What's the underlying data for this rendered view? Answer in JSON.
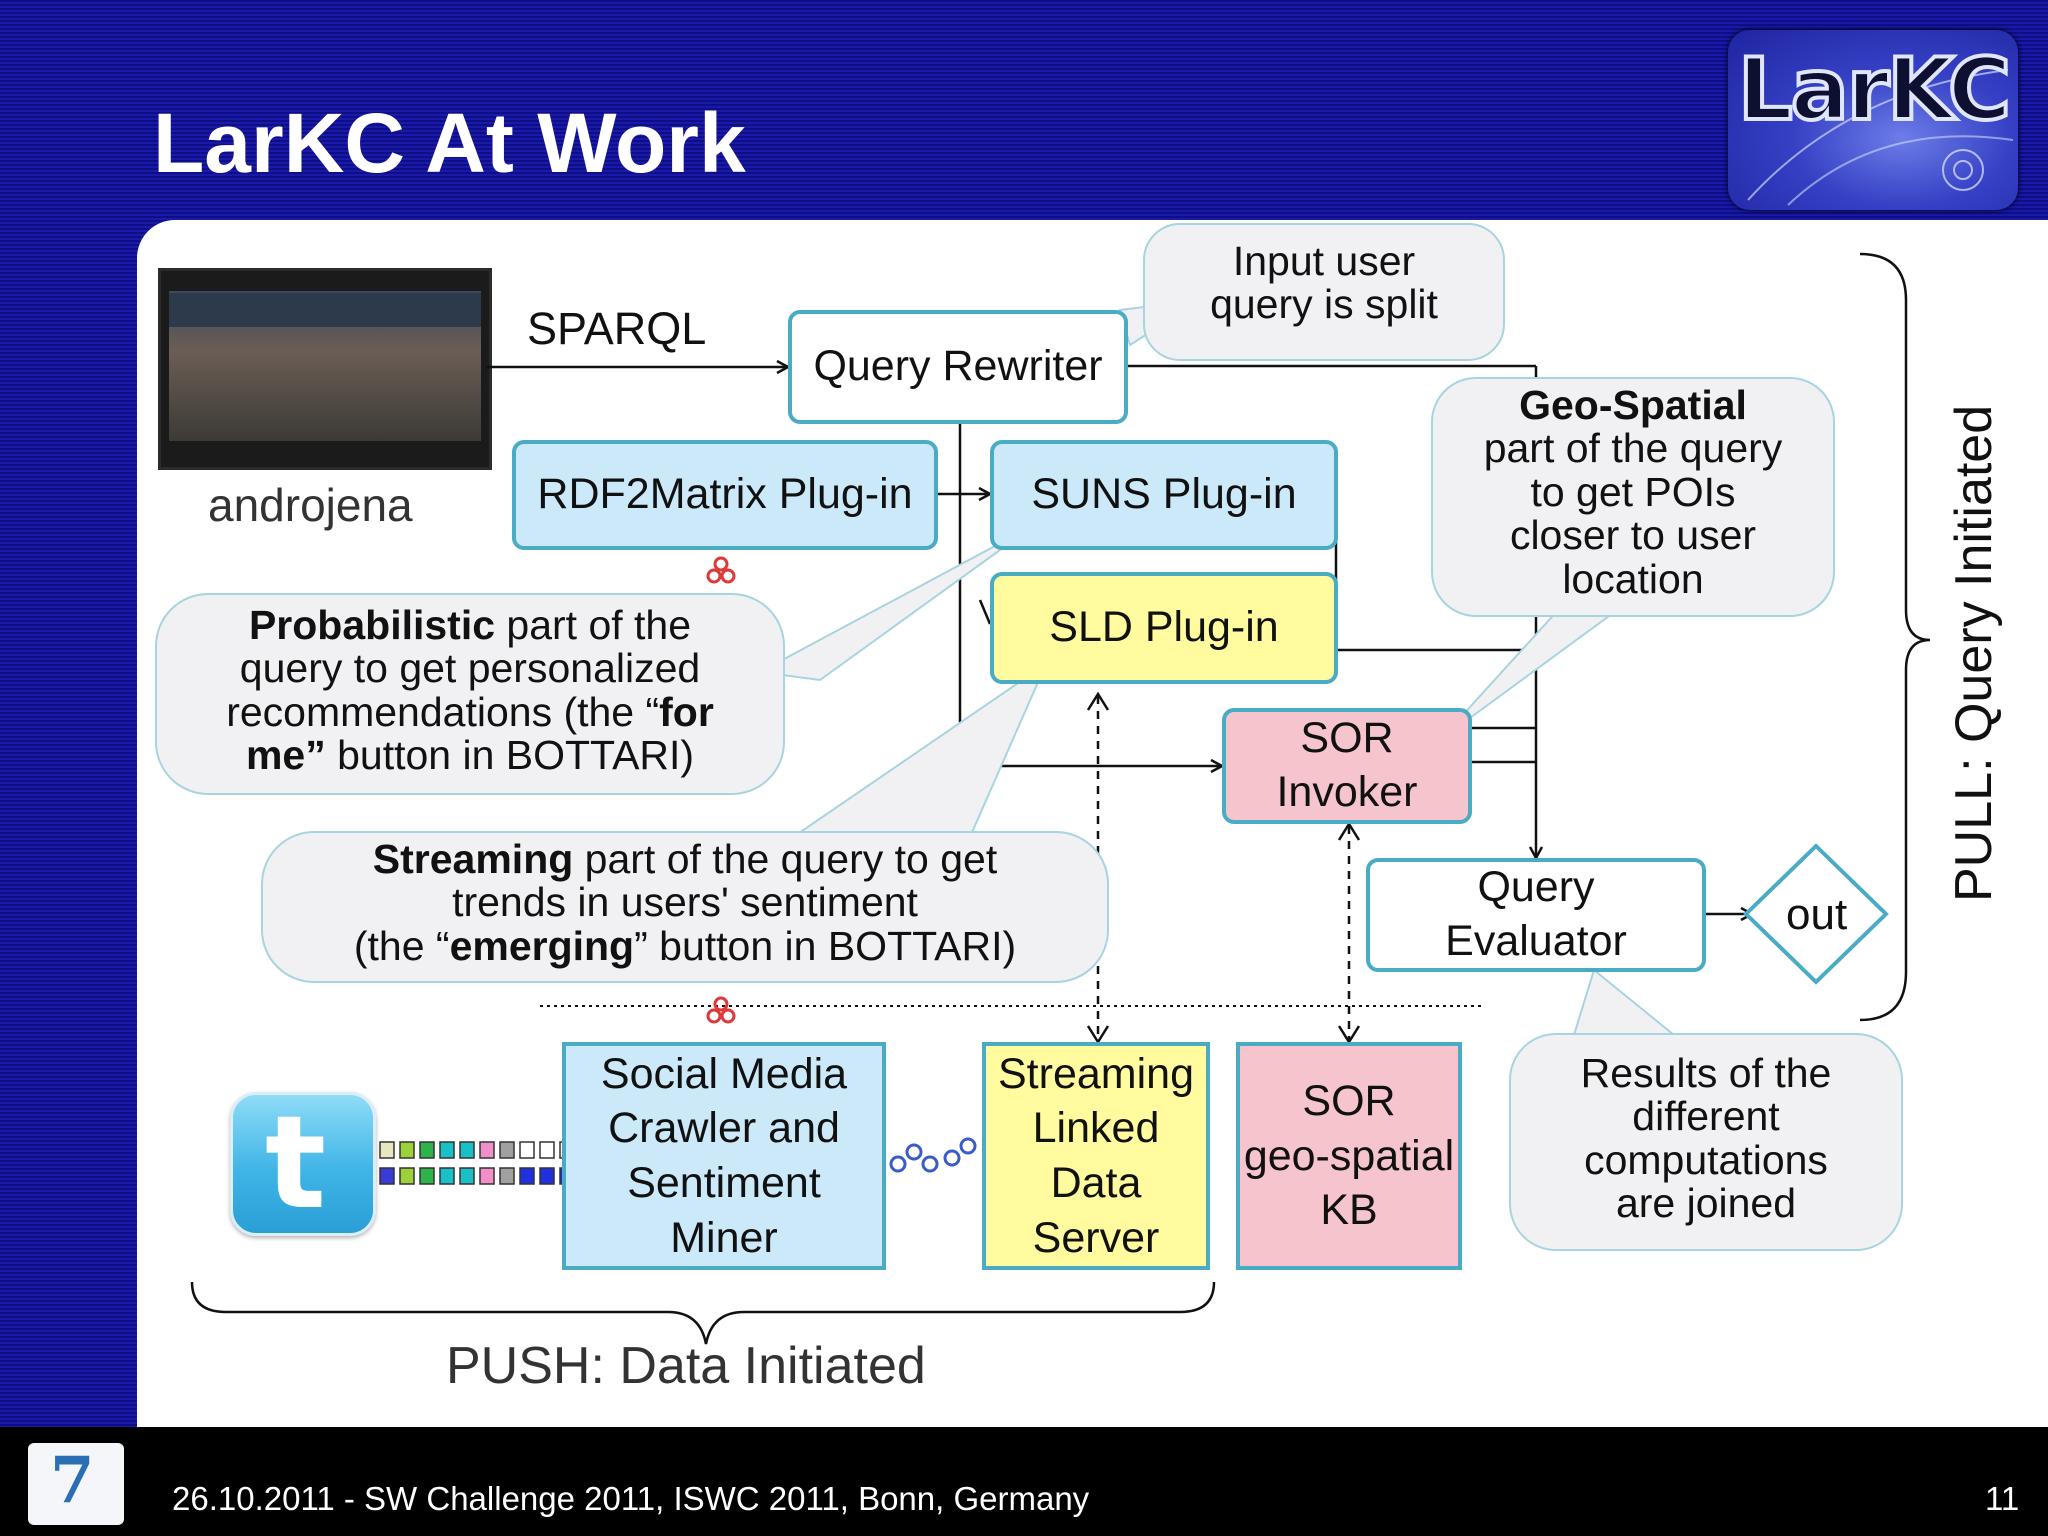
{
  "slide": {
    "title": "LarKC At Work",
    "logo_text": "LarKC",
    "footer": "26.10.2011 - SW Challenge 2011, ISWC 2011, Bonn, Germany",
    "page_number": "11",
    "fp7_mark": "7"
  },
  "phone": {
    "caption": "androjena"
  },
  "edges": {
    "sparql": "SPARQL"
  },
  "nodes": {
    "query_rewriter": "Query Rewriter",
    "rdf2matrix": "RDF2Matrix Plug-in",
    "suns": "SUNS Plug-in",
    "sld": "SLD Plug-in",
    "sor_invoker_l1": "SOR",
    "sor_invoker_l2": "Invoker",
    "query_evaluator_l1": "Query",
    "query_evaluator_l2": "Evaluator",
    "out": "out",
    "crawler": [
      "Social Media",
      "Crawler and",
      "Sentiment",
      "Miner"
    ],
    "streaming_server": [
      "Streaming",
      "Linked",
      "Data",
      "Server"
    ],
    "sor_kb": [
      "SOR",
      "geo-spatial",
      "KB"
    ]
  },
  "callouts": {
    "input_split": [
      "Input user",
      "query is split"
    ],
    "geo_bold": "Geo-Spatial",
    "geo_rest": [
      "part of the query",
      "to get POIs",
      "closer to user",
      "location"
    ],
    "prob_bold": "Probabilistic",
    "prob_line1_rest": " part of the",
    "prob_line2": "query to get personalized",
    "prob_line3_pre": "recommendations (the “",
    "prob_line3_bold": "for",
    "prob_line4_bold": "me”",
    "prob_line4_rest": " button in BOTTARI)",
    "stream_bold": "Streaming",
    "stream_line1_rest": " part of the query to get",
    "stream_line2": "trends in users' sentiment",
    "stream_line3_pre": "(the “",
    "stream_line3_bold": "emerging",
    "stream_line3_rest": "” button in BOTTARI)",
    "results": [
      "Results of the",
      "different",
      "computations",
      "are joined"
    ]
  },
  "braces": {
    "pull": "PULL: Query Initiated",
    "push": "PUSH: Data Initiated"
  },
  "colors": {
    "border": "#4aabc4",
    "blue_fill": "#cbe9f8",
    "yellow_fill": "#fffb9e",
    "pink_fill": "#f5c4cc",
    "callout_fill": "#f1f1f3"
  }
}
